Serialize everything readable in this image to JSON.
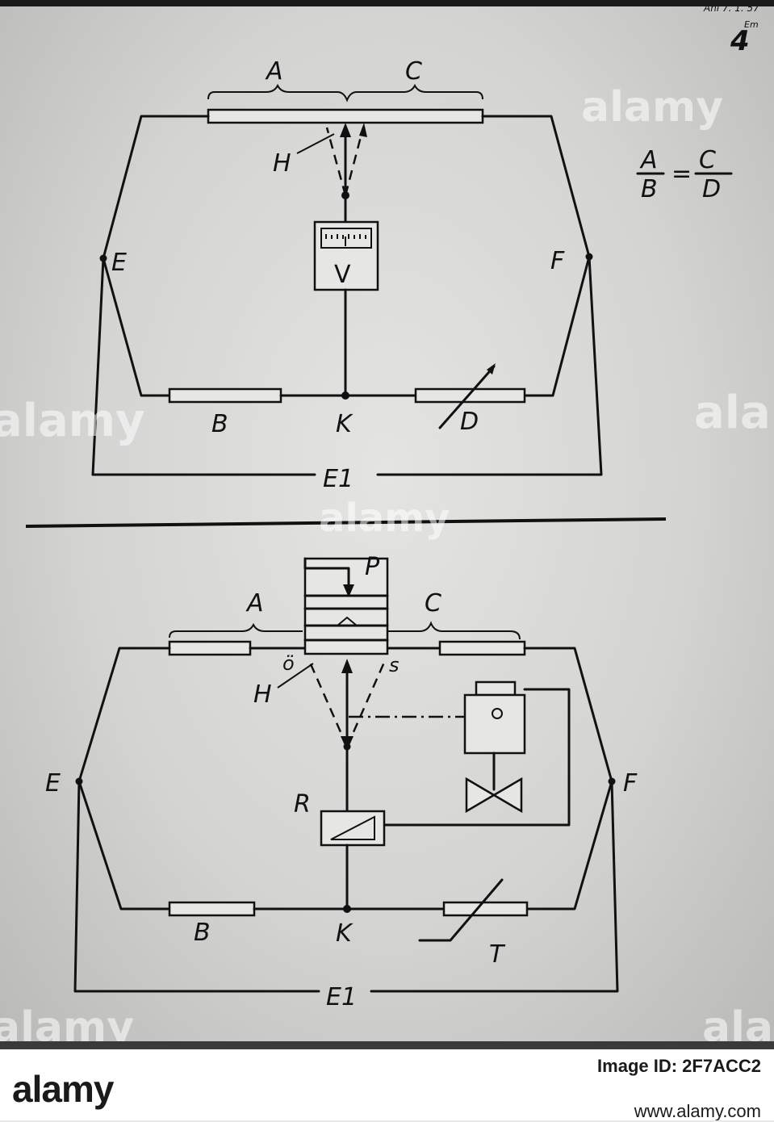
{
  "page": {
    "number": "4",
    "corner_note": "Anl 7. 1. 57",
    "corner_note_2": "Em"
  },
  "formula": {
    "num_left": "A",
    "den_left": "B",
    "equals": "=",
    "num_right": "C",
    "den_right": "D"
  },
  "diagram_top": {
    "labels": {
      "A": "A",
      "C": "C",
      "H": "H",
      "E": "E",
      "F": "F",
      "B": "B",
      "K": "K",
      "D": "D",
      "E1": "E1",
      "meter": "V"
    }
  },
  "diagram_bottom": {
    "labels": {
      "A": "A",
      "C": "C",
      "P": "P",
      "O": "ö",
      "S": "s",
      "H": "H",
      "E": "E",
      "F": "F",
      "R": "R",
      "B": "B",
      "K": "K",
      "T": "T",
      "E1": "E1"
    }
  },
  "watermark": {
    "text": "alamy"
  },
  "footer": {
    "logo": "alamy",
    "image_id": "Image ID: 2F7ACC2",
    "url": "www.alamy.com"
  }
}
